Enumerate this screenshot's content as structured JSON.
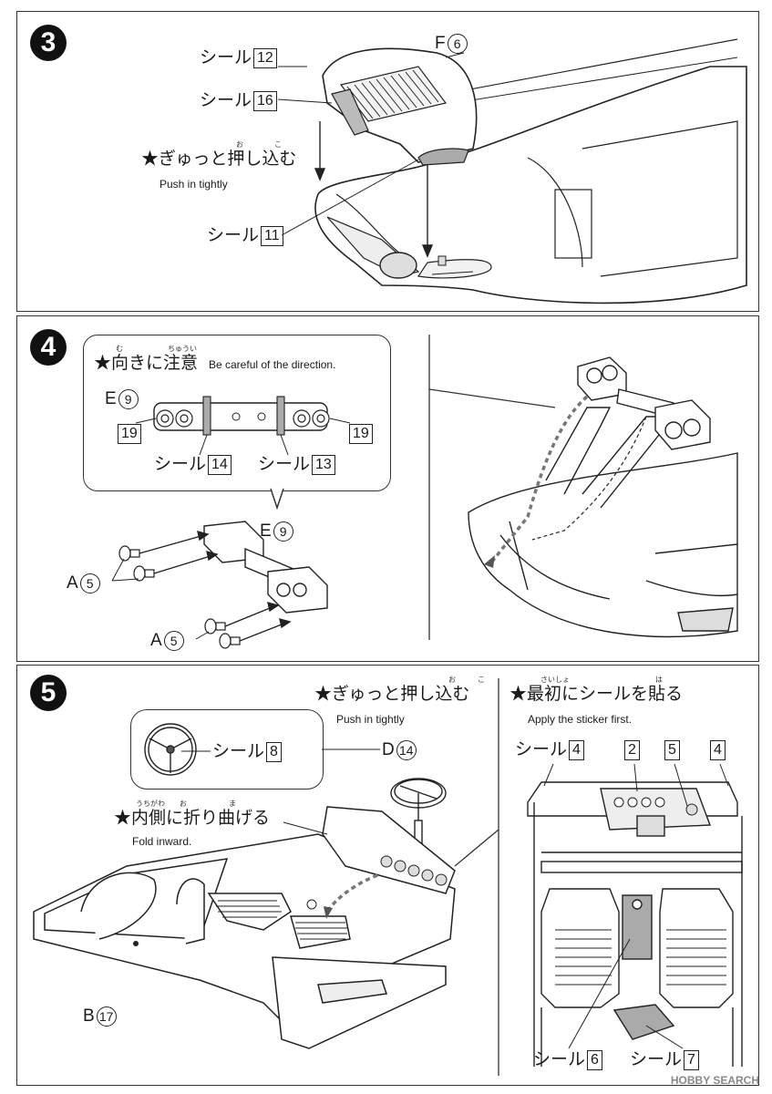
{
  "steps": {
    "s3": {
      "number": "3",
      "labels": {
        "seal12": {
          "text": "シール",
          "num": "12"
        },
        "seal16": {
          "text": "シール",
          "num": "16"
        },
        "partF": {
          "text": "F",
          "num": "6"
        },
        "seal11": {
          "text": "シール",
          "num": "11"
        }
      },
      "note": {
        "jp": "★ぎゅっと押し込む",
        "en": "Push in tightly",
        "ruby1": "お",
        "ruby2": "こ"
      }
    },
    "s4": {
      "number": "4",
      "note": {
        "jp": "★向きに注意",
        "en": "Be careful of the direction.",
        "ruby1": "む",
        "ruby2": "ちゅうい"
      },
      "labels": {
        "partE_top": {
          "text": "E",
          "num": "9"
        },
        "box19_left": "19",
        "box19_right": "19",
        "seal14": {
          "text": "シール",
          "num": "14"
        },
        "seal13": {
          "text": "シール",
          "num": "13"
        },
        "partE_mid": {
          "text": "E",
          "num": "9"
        },
        "partA_1": {
          "text": "A",
          "num": "5"
        },
        "partA_2": {
          "text": "A",
          "num": "5"
        }
      }
    },
    "s5": {
      "number": "5",
      "note_push": {
        "jp": "★ぎゅっと押し込む",
        "en": "Push in tightly",
        "ruby1": "お",
        "ruby2": "こ"
      },
      "note_fold": {
        "jp": "★内側に折り曲げる",
        "en": "Fold inward.",
        "ruby1": "うちがわ",
        "ruby2": "お",
        "ruby3": "ま"
      },
      "note_sticker": {
        "jp": "★最初にシールを貼る",
        "en": "Apply the sticker first.",
        "ruby1": "さいしょ",
        "ruby2": "は"
      },
      "labels": {
        "seal8": {
          "text": "シール",
          "num": "8"
        },
        "partD": {
          "text": "D",
          "num": "14"
        },
        "partB": {
          "text": "B",
          "num": "17"
        },
        "seal4_left": {
          "text": "シール",
          "num": "4"
        },
        "box2": "2",
        "box5": "5",
        "box4_right": "4",
        "seal6": {
          "text": "シール",
          "num": "6"
        },
        "seal7": {
          "text": "シール",
          "num": "7"
        }
      }
    }
  },
  "watermark": "HOBBY SEARCH"
}
